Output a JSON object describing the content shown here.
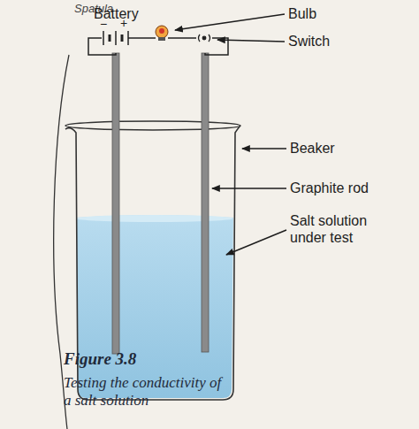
{
  "diagram": {
    "title": "Figure 3.8",
    "caption": "Testing the conductivity of a salt solution",
    "labels": [
      "Spatula",
      "Battery",
      "−",
      "+",
      "Bulb",
      "Switch",
      "Beaker",
      "Graphite rod",
      "Salt solution under test"
    ]
  }
}
